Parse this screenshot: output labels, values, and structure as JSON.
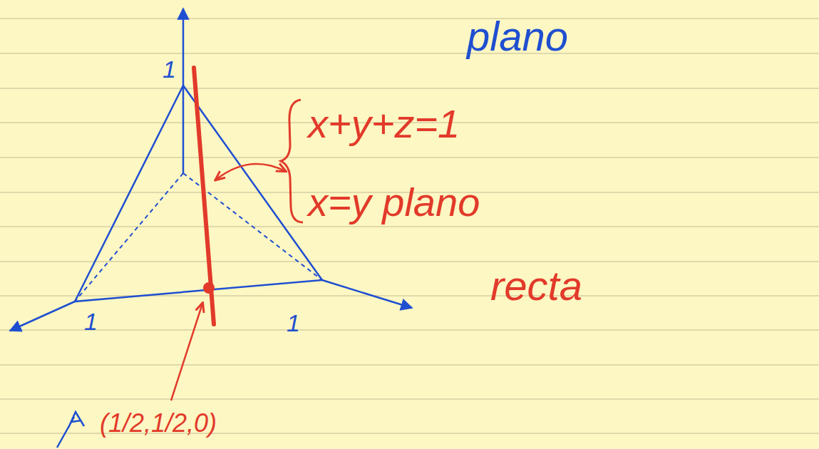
{
  "diagram": {
    "labels": [
      "1",
      "1",
      "1",
      "plano",
      "x+y+z=1",
      "x=y plano",
      "recta",
      "(1/2,1/2,0)"
    ]
  }
}
